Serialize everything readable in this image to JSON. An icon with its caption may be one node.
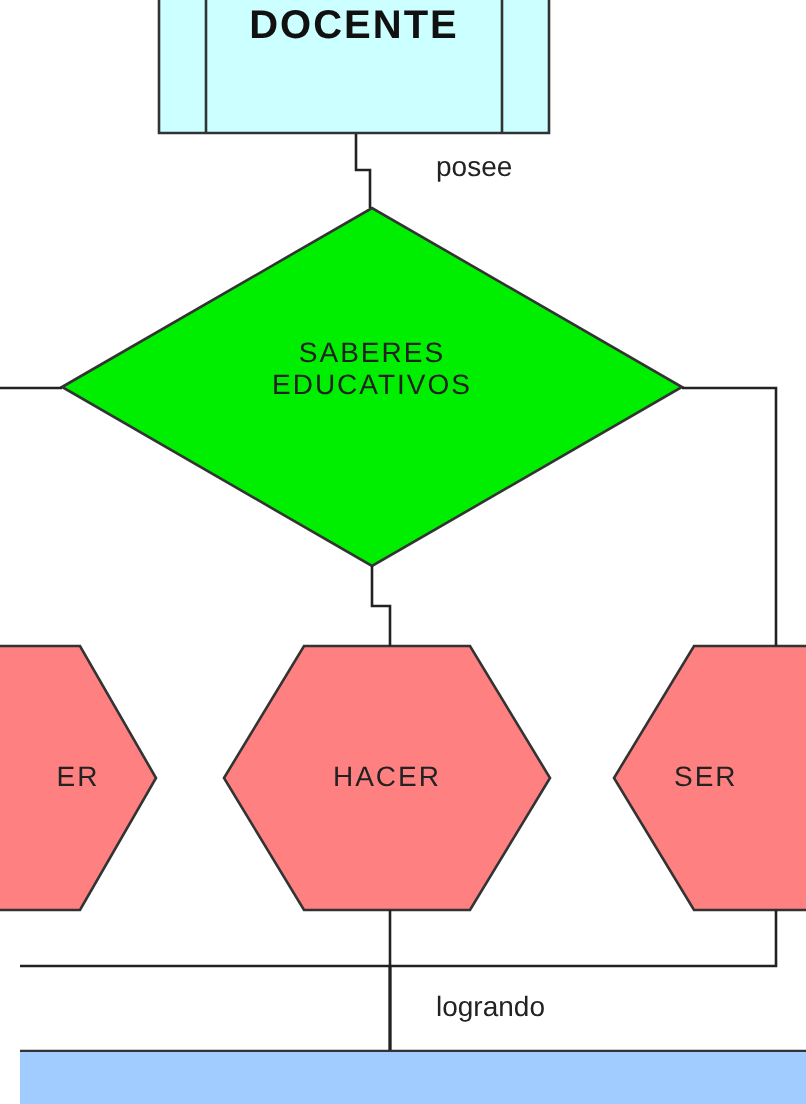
{
  "diagram": {
    "nodes": [
      {
        "text": [
          "DOCENTE"
        ]
      },
      {
        "text": [
          "SABERES EDUCATIVOS"
        ]
      },
      {
        "text": [
          "ER"
        ]
      },
      {
        "text": [
          "HACER"
        ]
      },
      {
        "text": [
          "SER"
        ]
      },
      {
        "text": [],
        "shape": "bar"
      }
    ],
    "edges": [
      {
        "from": 0,
        "to": 1,
        "arrow": "none",
        "label": "posee"
      },
      {
        "from": 1,
        "to": 3,
        "arrow": "none"
      },
      {
        "from": 1,
        "to": 4,
        "arrow": "none"
      },
      {
        "from": 1,
        "to": null,
        "arrow": "none"
      },
      {
        "from": 3,
        "to": 5,
        "arrow": "none",
        "label": "logrando"
      },
      {
        "from": 4,
        "to": 5,
        "arrow": "none"
      },
      {
        "from": null,
        "to": 5,
        "arrow": "none"
      }
    ]
  }
}
